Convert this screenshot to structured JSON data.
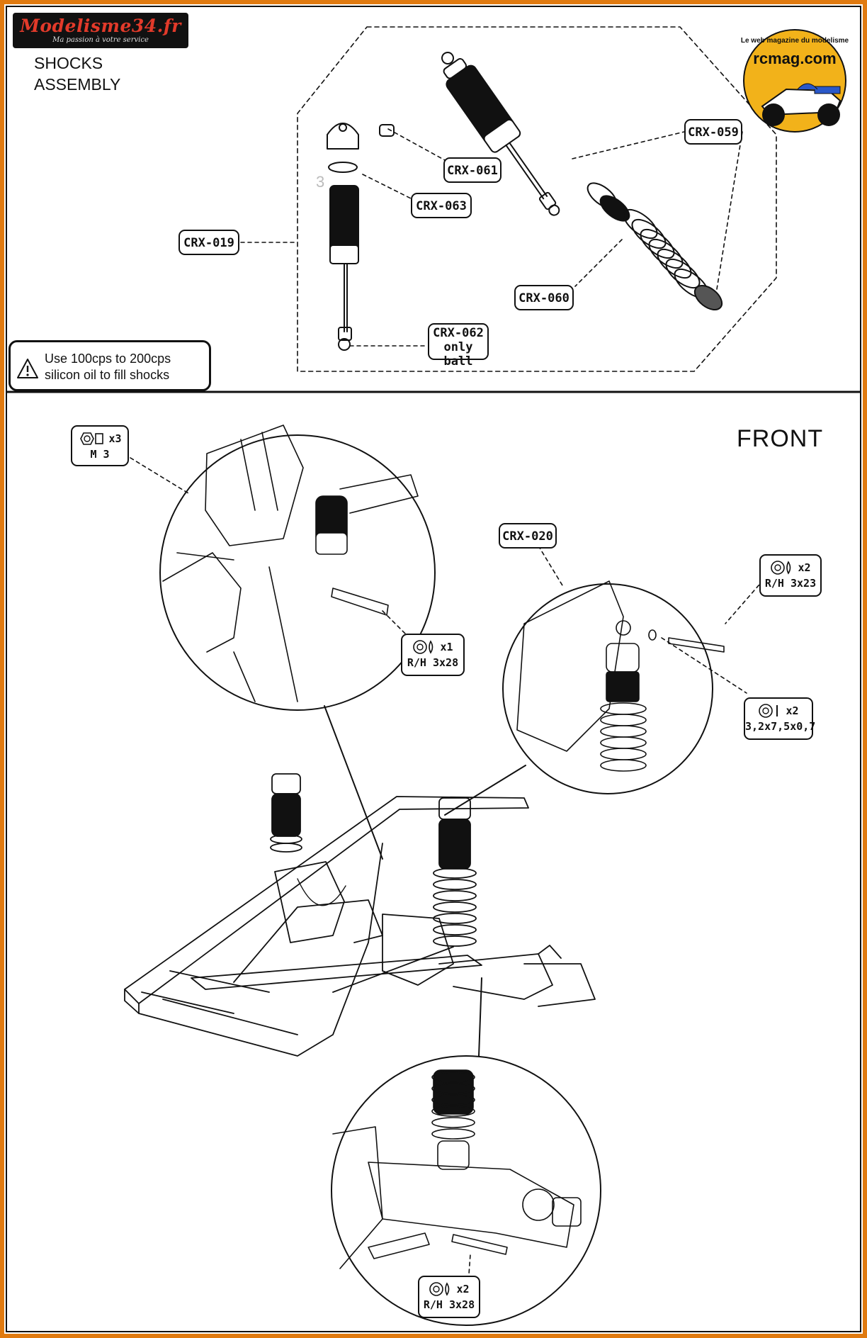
{
  "brand": {
    "name": "Modelisme34.fr",
    "slogan": "Ma passion à votre service"
  },
  "watermark": {
    "site": "rcmag.com",
    "tagline": "Le web magazine du modelisme"
  },
  "section": {
    "line1": "SHOCKS",
    "line2": "ASSEMBLY"
  },
  "view_label": "FRONT",
  "step_number": "3",
  "parts": {
    "crx_061": "CRX-061",
    "crx_063": "CRX-063",
    "crx_019": "CRX-019",
    "crx_059": "CRX-059",
    "crx_060": "CRX-060",
    "crx_062_line1": "CRX-062",
    "crx_062_line2": "only ball",
    "crx_020": "CRX-020"
  },
  "warning": {
    "line1": "Use 100cps to 200cps",
    "line2": "silicon oil to fill shocks",
    "icon": "warning-triangle-icon"
  },
  "hardware": {
    "nut": {
      "qty": "x3",
      "label": "M 3",
      "icon": "lock-nut-icon"
    },
    "screw_top": {
      "qty": "x1",
      "label": "R/H 3x28",
      "icon": "round-head-screw-icon"
    },
    "screw_right": {
      "qty": "x2",
      "label": "R/H 3x23",
      "icon": "round-head-screw-icon"
    },
    "washer": {
      "qty": "x2",
      "label": "3,2x7,5x0,7",
      "icon": "washer-icon"
    },
    "screw_bottom": {
      "qty": "x2",
      "label": "R/H 3x28",
      "icon": "round-head-screw-icon"
    }
  },
  "colors": {
    "frame": "#e07a10",
    "ink": "#111111",
    "brand_red": "#e23a2a",
    "badge_yellow": "#f2b21a"
  }
}
